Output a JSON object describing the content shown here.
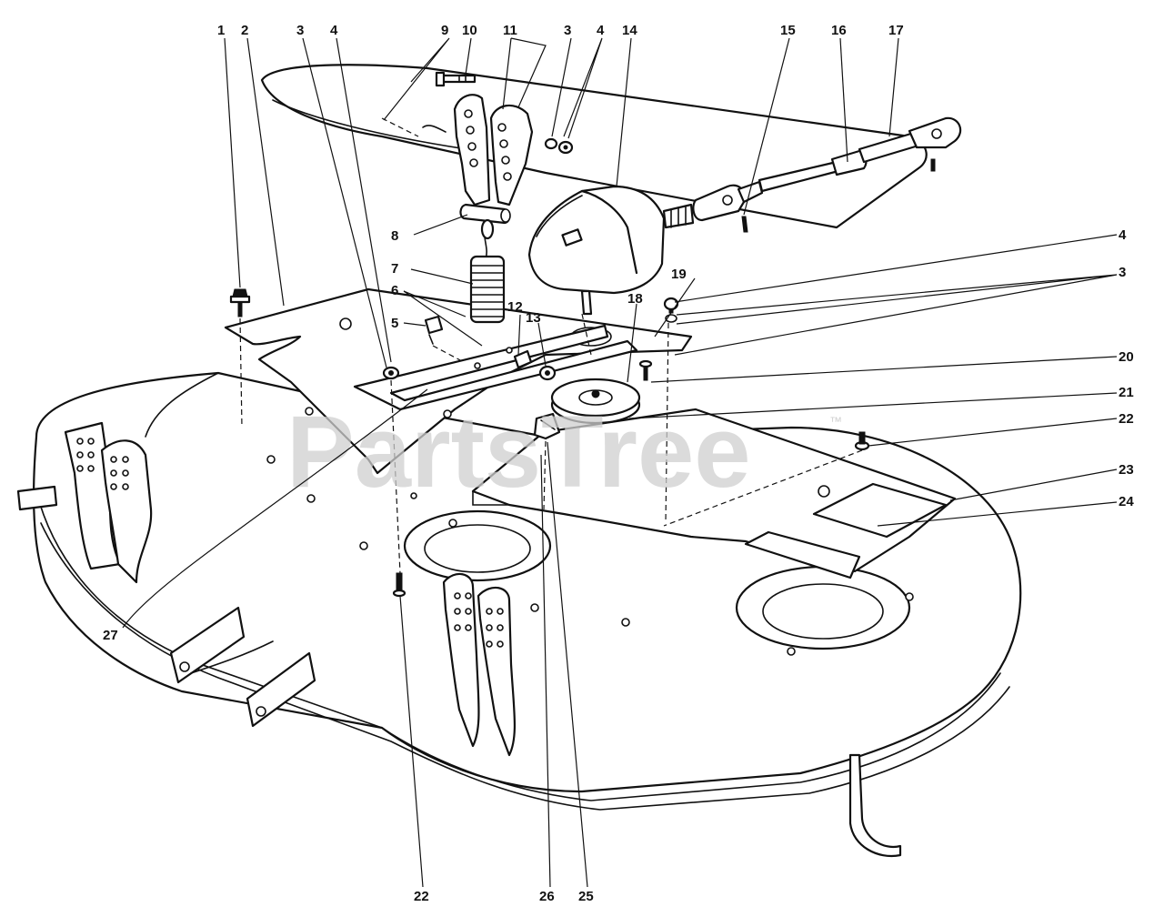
{
  "diagram": {
    "watermark": "PartsTree",
    "watermark_mark": "™",
    "callouts": {
      "c1": "1",
      "c2": "2",
      "c3a": "3",
      "c4a": "4",
      "c9": "9",
      "c10": "10",
      "c11": "11",
      "c3b": "3",
      "c4b": "4",
      "c14": "14",
      "c15": "15",
      "c16": "16",
      "c17": "17",
      "c8": "8",
      "c7": "7",
      "c6": "6",
      "c5": "5",
      "c12": "12",
      "c13": "13",
      "c4c": "4",
      "c3c": "3",
      "c19": "19",
      "c18": "18",
      "c20": "20",
      "c21": "21",
      "c22a": "22",
      "c23": "23",
      "c24": "24",
      "c27": "27",
      "c22b": "22",
      "c26": "26",
      "c25": "25"
    }
  }
}
